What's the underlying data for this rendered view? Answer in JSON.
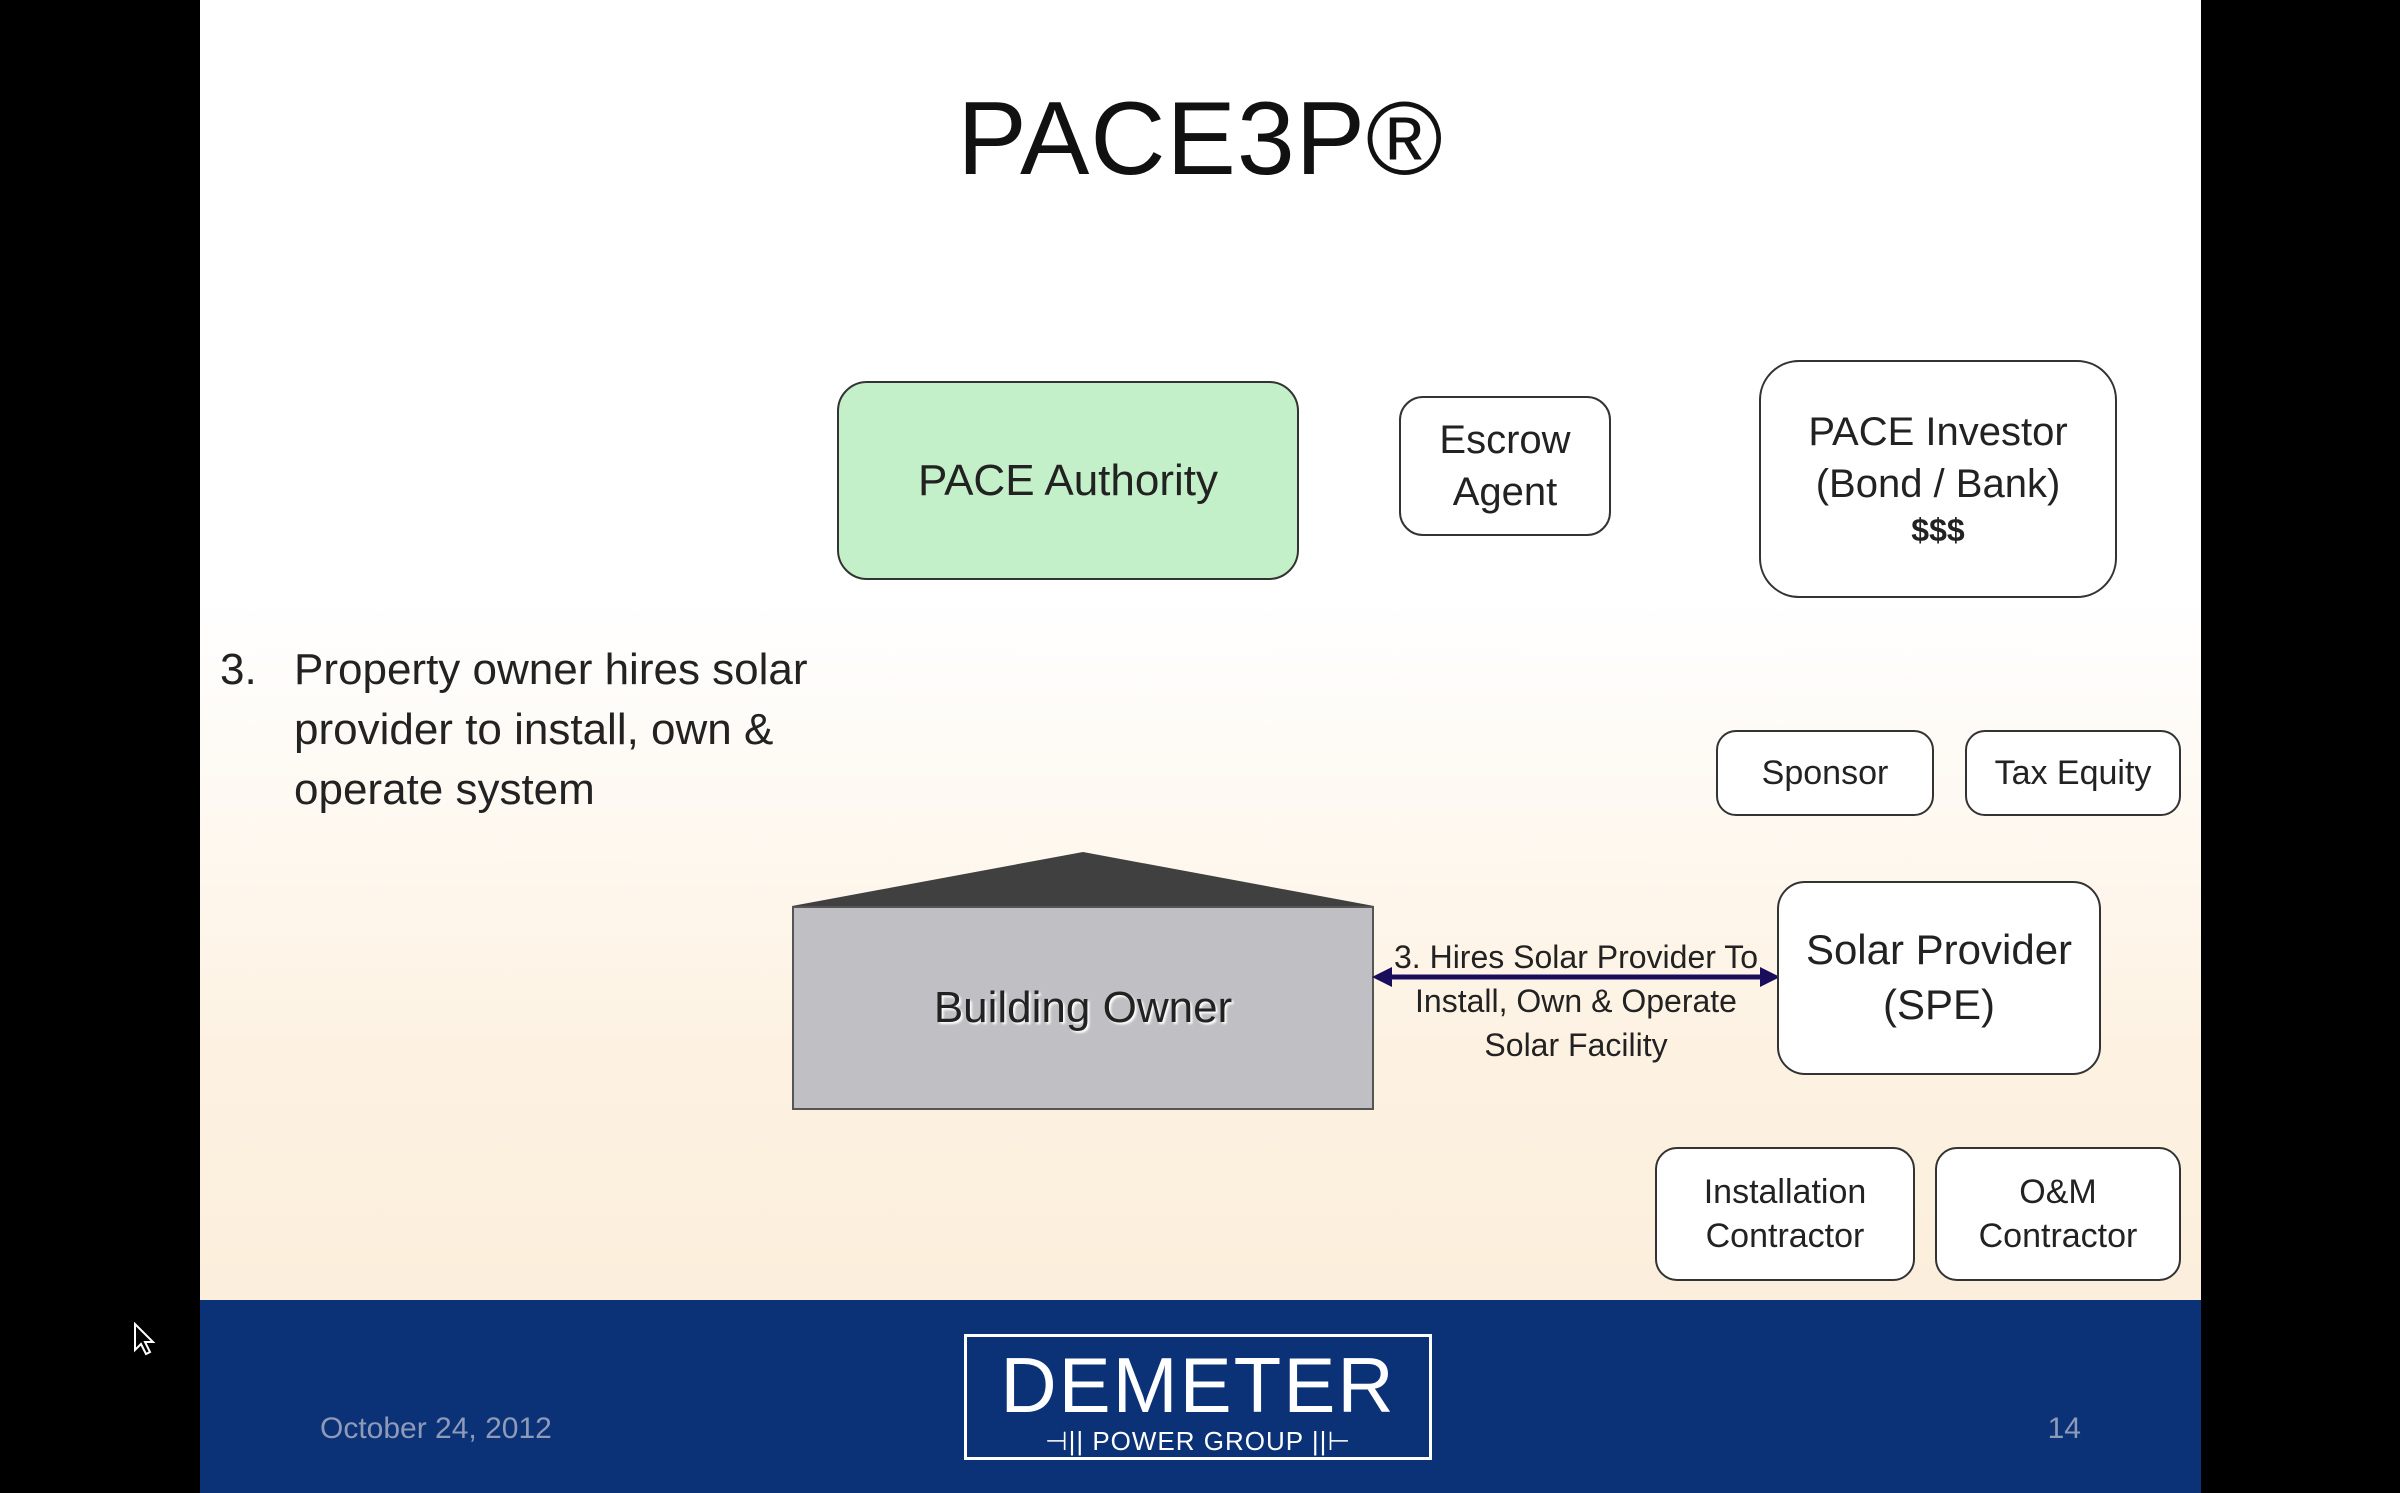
{
  "slide": {
    "title": "PACE3P®",
    "bullet_number": "3.",
    "bullet_text": "Property owner hires solar provider to install, own & operate system"
  },
  "boxes": {
    "pace_authority": "PACE Authority",
    "escrow_agent": [
      "Escrow",
      "Agent"
    ],
    "pace_investor": [
      "PACE Investor",
      "(Bond / Bank)",
      "$$$"
    ],
    "sponsor": "Sponsor",
    "tax_equity": "Tax Equity",
    "building_owner": "Building Owner",
    "solar_provider": [
      "Solar Provider",
      "(SPE)"
    ],
    "installation_contractor": [
      "Installation",
      "Contractor"
    ],
    "om_contractor": [
      "O&M",
      "Contractor"
    ]
  },
  "arrow": {
    "label": [
      "3. Hires Solar Provider To",
      "Install, Own & Operate",
      "Solar Facility"
    ],
    "color": "#1a0e5c"
  },
  "footer": {
    "date": "October 24, 2012",
    "page": "14",
    "logo_main": "DEMETER",
    "logo_sub": "POWER GROUP"
  },
  "colors": {
    "footer_bg": "#0b3277",
    "pace_authority_fill": "#c3f0c8",
    "building_fill": "#c0c0c4",
    "roof_fill": "#404040"
  }
}
